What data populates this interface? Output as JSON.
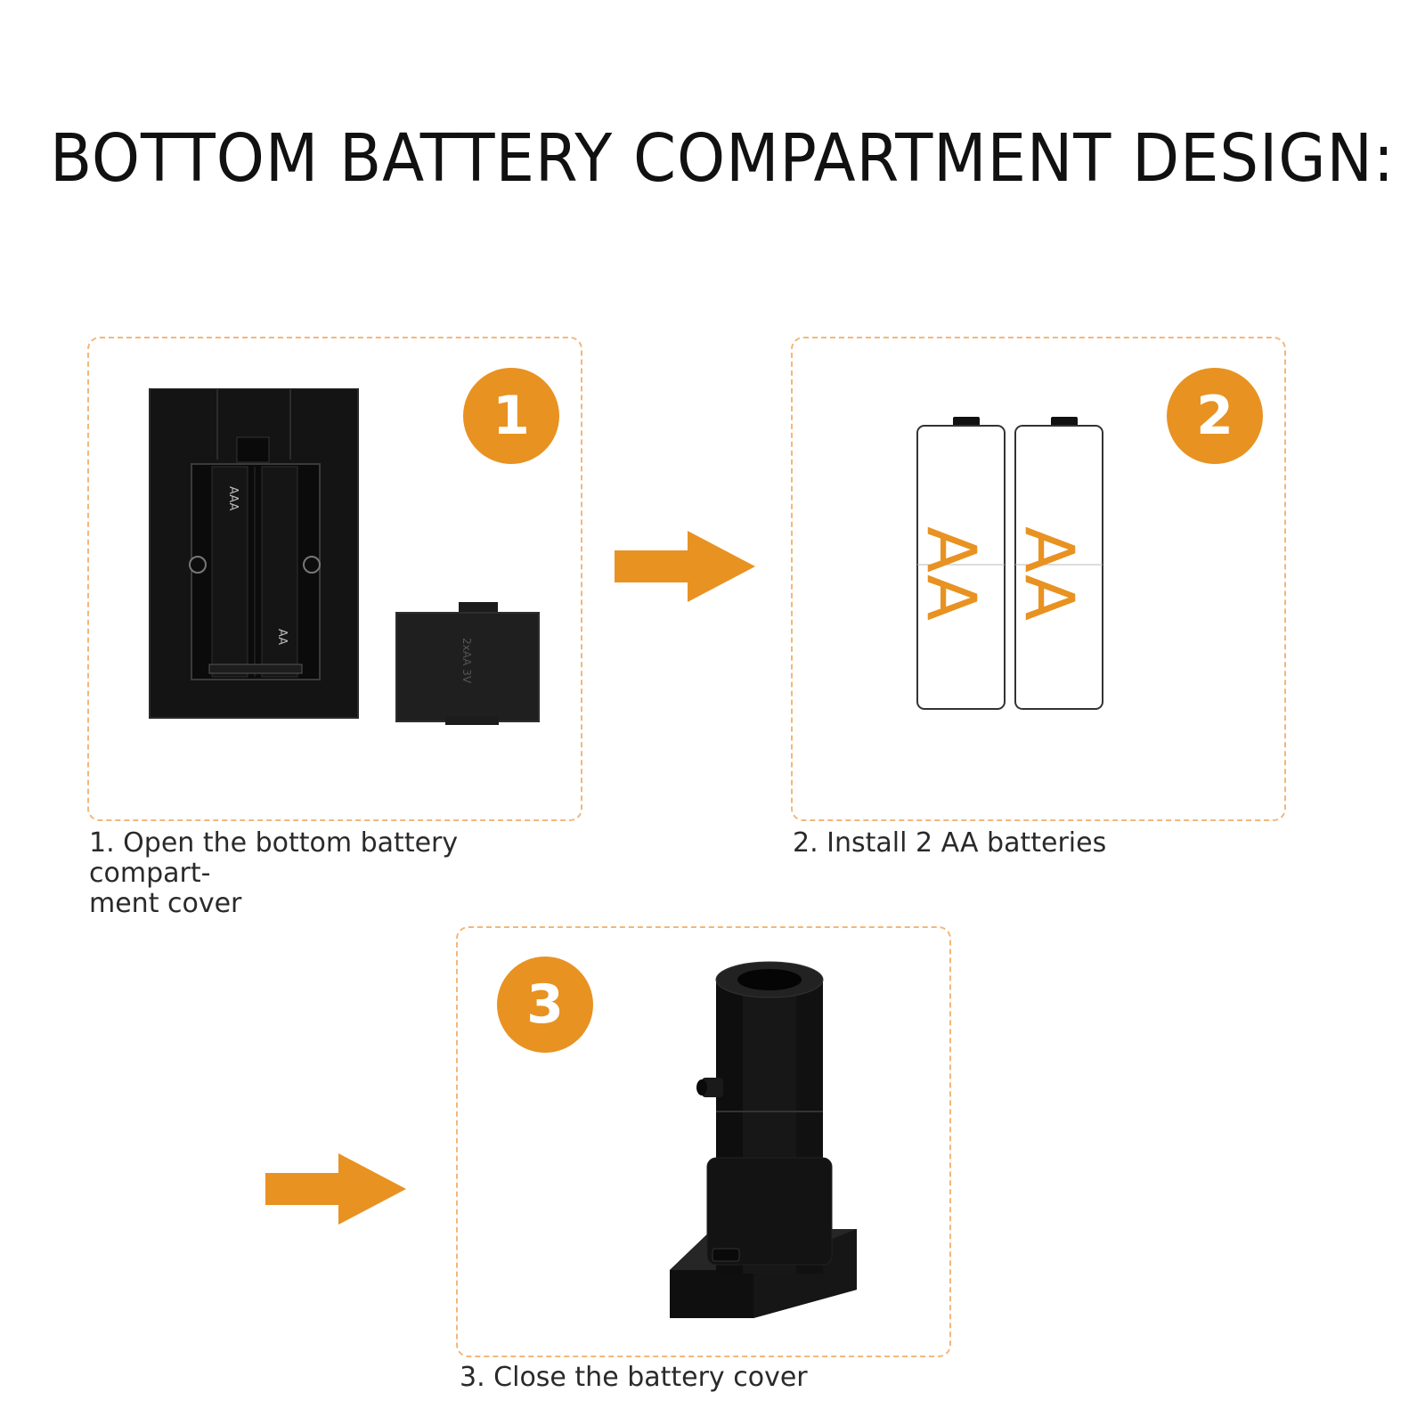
{
  "title": "BOTTOM BATTERY COMPARTMENT DESIGN:",
  "steps": [
    {
      "number": "1",
      "caption_line1": "1. Open the bottom battery compart-",
      "caption_line2": "ment cover"
    },
    {
      "number": "2",
      "caption_line1": "2. Install 2 AA batteries"
    },
    {
      "number": "3",
      "caption_line1": "3. Close the battery cover"
    }
  ],
  "battery_label": "AA",
  "colors": {
    "accent": "#e89222",
    "dashed_border": "#f2b77a",
    "device": "#141414"
  },
  "icons": [
    "arrow-right-icon",
    "arrow-right-icon"
  ]
}
